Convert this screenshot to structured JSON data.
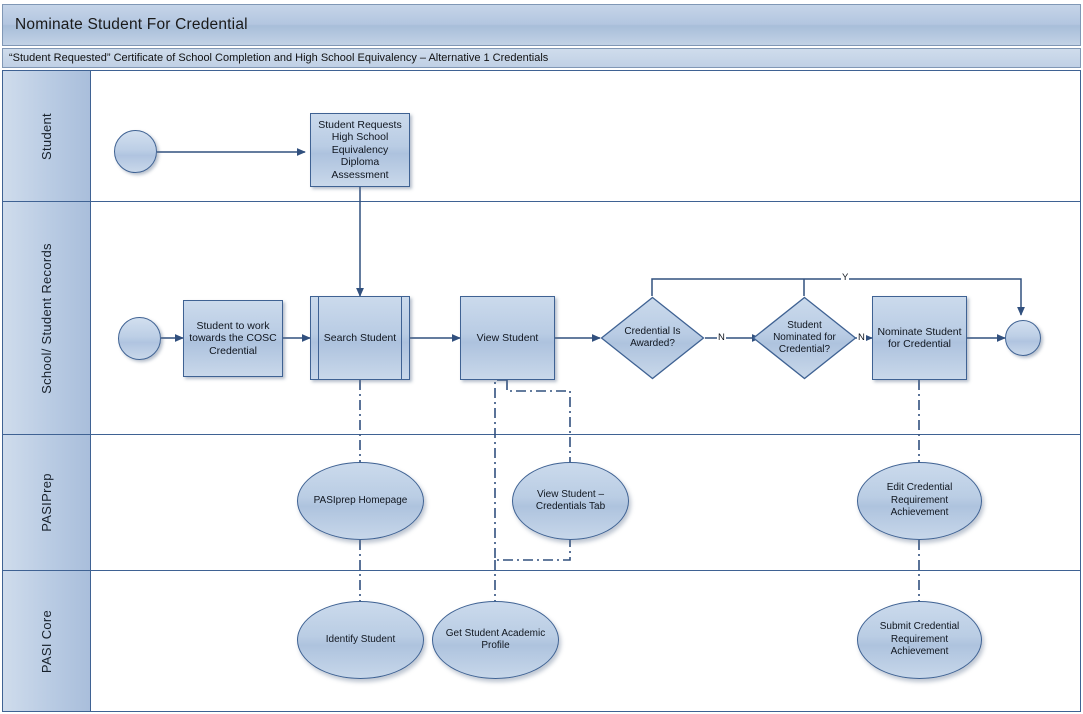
{
  "header": {
    "title": "Nominate Student For Credential",
    "subtitle": "“Student Requested” Certificate of School Completion and High School Equivalency – Alternative 1 Credentials"
  },
  "colors": {
    "shape_fill_light": "#cbdaec",
    "shape_fill_dark": "#adc2de",
    "shape_border": "#3f6293",
    "lane_header_fill": "#b9cbe3",
    "title_bar_fill": "#b3c6e0",
    "connector": "#31507e",
    "text": "#10161f"
  },
  "lanes": [
    {
      "id": "student",
      "label": "Student"
    },
    {
      "id": "school",
      "label": "School/ Student Records"
    },
    {
      "id": "pasiprep",
      "label": "PASIPrep"
    },
    {
      "id": "pasicore",
      "label": "PASI Core"
    }
  ],
  "nodes": {
    "student_start": {
      "type": "start-circle",
      "label": "",
      "lane": "student"
    },
    "student_requests": {
      "type": "process",
      "label": "Student Requests High School Equivalency Diploma Assessment",
      "lane": "student"
    },
    "school_start": {
      "type": "start-circle",
      "label": "",
      "lane": "school"
    },
    "work_towards_cosc": {
      "type": "process",
      "label": "Student to work towards the COSC Credential",
      "lane": "school"
    },
    "search_student": {
      "type": "subprocess",
      "label": "Search Student",
      "lane": "school"
    },
    "view_student": {
      "type": "process",
      "label": "View Student",
      "lane": "school"
    },
    "credential_awarded": {
      "type": "decision",
      "label": "Credential Is Awarded?",
      "lane": "school"
    },
    "student_nominated": {
      "type": "decision",
      "label": "Student Nominated for Credential?",
      "lane": "school"
    },
    "nominate_student": {
      "type": "process",
      "label": "Nominate Student for Credential",
      "lane": "school"
    },
    "school_end": {
      "type": "end-circle",
      "label": "",
      "lane": "school"
    },
    "pasiprep_homepage": {
      "type": "ellipse",
      "label": "PASIprep Homepage",
      "lane": "pasiprep"
    },
    "view_student_cred_tab": {
      "type": "ellipse",
      "label": "View Student – Credentials Tab",
      "lane": "pasiprep"
    },
    "edit_cred_req_ach": {
      "type": "ellipse",
      "label": "Edit Credential Requirement Achievement",
      "lane": "pasiprep"
    },
    "identify_student": {
      "type": "ellipse",
      "label": "Identify Student",
      "lane": "pasicore"
    },
    "get_student_profile": {
      "type": "ellipse",
      "label": "Get Student Academic Profile",
      "lane": "pasicore"
    },
    "submit_cred_req_ach": {
      "type": "ellipse",
      "label": "Submit Credential Requirement Achievement",
      "lane": "pasicore"
    }
  },
  "edges": [
    {
      "from": "student_start",
      "to": "student_requests",
      "label": "",
      "style": "solid"
    },
    {
      "from": "student_requests",
      "to": "search_student",
      "label": "",
      "style": "solid"
    },
    {
      "from": "school_start",
      "to": "work_towards_cosc",
      "label": "",
      "style": "solid"
    },
    {
      "from": "work_towards_cosc",
      "to": "search_student",
      "label": "",
      "style": "solid"
    },
    {
      "from": "search_student",
      "to": "view_student",
      "label": "",
      "style": "solid"
    },
    {
      "from": "view_student",
      "to": "credential_awarded",
      "label": "",
      "style": "solid"
    },
    {
      "from": "credential_awarded",
      "to": "student_nominated",
      "label": "N",
      "style": "solid"
    },
    {
      "from": "credential_awarded",
      "to": "school_end",
      "label": "Y",
      "style": "solid"
    },
    {
      "from": "student_nominated",
      "to": "nominate_student",
      "label": "N",
      "style": "solid"
    },
    {
      "from": "student_nominated",
      "to": "school_end",
      "label": "Y",
      "style": "solid"
    },
    {
      "from": "nominate_student",
      "to": "school_end",
      "label": "",
      "style": "solid"
    },
    {
      "from": "search_student",
      "to": "pasiprep_homepage",
      "label": "",
      "style": "dash-dot"
    },
    {
      "from": "pasiprep_homepage",
      "to": "identify_student",
      "label": "",
      "style": "dash-dot"
    },
    {
      "from": "view_student",
      "to": "view_student_cred_tab",
      "label": "",
      "style": "dash-dot"
    },
    {
      "from": "view_student",
      "to": "get_student_profile",
      "label": "",
      "style": "dash-dot"
    },
    {
      "from": "view_student_cred_tab",
      "to": "get_student_profile",
      "label": "",
      "style": "dash-dot"
    },
    {
      "from": "nominate_student",
      "to": "edit_cred_req_ach",
      "label": "",
      "style": "dash-dot"
    },
    {
      "from": "edit_cred_req_ach",
      "to": "submit_cred_req_ach",
      "label": "",
      "style": "dash-dot"
    }
  ],
  "edge_labels": {
    "y_loop": "Y",
    "n_first": "N",
    "n_second": "N"
  }
}
